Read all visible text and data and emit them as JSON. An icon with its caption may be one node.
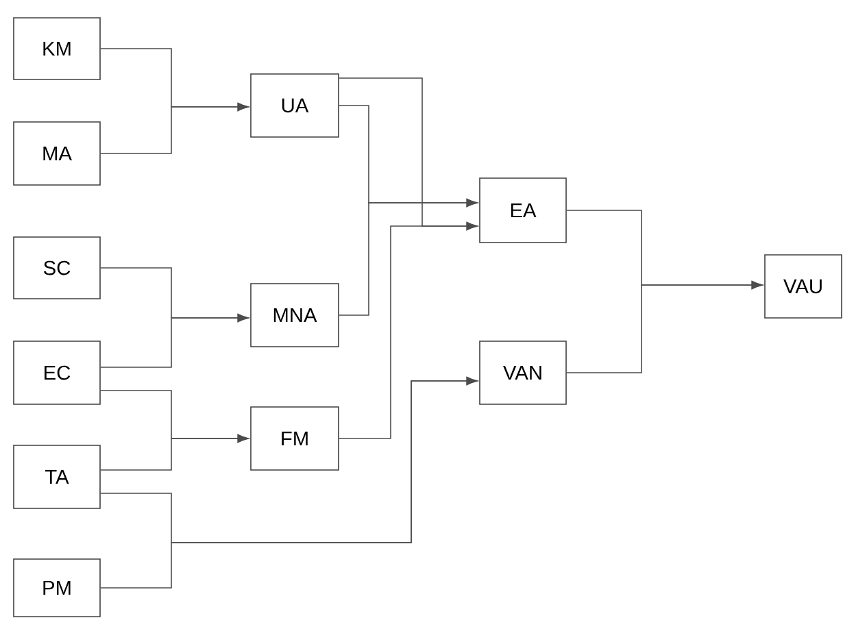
{
  "diagram": {
    "nodes": [
      {
        "text": [
          "KM"
        ]
      },
      {
        "text": [
          "MA"
        ]
      },
      {
        "text": [
          "SC"
        ]
      },
      {
        "text": [
          "EC"
        ]
      },
      {
        "text": [
          "TA"
        ]
      },
      {
        "text": [
          "PM"
        ]
      },
      {
        "text": [
          "UA"
        ]
      },
      {
        "text": [
          "MNA"
        ]
      },
      {
        "text": [
          "FM"
        ]
      },
      {
        "text": [
          "EA"
        ]
      },
      {
        "text": [
          "VAN"
        ]
      },
      {
        "text": [
          "VAU"
        ]
      }
    ],
    "edges": [
      {
        "from": 0,
        "to": 6,
        "arrow": "to"
      },
      {
        "from": 1,
        "to": 6,
        "arrow": "to"
      },
      {
        "from": 2,
        "to": 7,
        "arrow": "to"
      },
      {
        "from": 3,
        "to": 7,
        "arrow": "to"
      },
      {
        "from": 3,
        "to": 8,
        "arrow": "to"
      },
      {
        "from": 4,
        "to": 8,
        "arrow": "to"
      },
      {
        "from": 4,
        "to": 10,
        "arrow": "to"
      },
      {
        "from": 5,
        "to": 10,
        "arrow": "to"
      },
      {
        "from": 6,
        "to": 9,
        "arrow": "to"
      },
      {
        "from": 7,
        "to": 9,
        "arrow": "to"
      },
      {
        "from": 6,
        "to": 9,
        "arrow": "to"
      },
      {
        "from": 8,
        "to": 9,
        "arrow": "to"
      },
      {
        "from": 9,
        "to": 11,
        "arrow": "to"
      },
      {
        "from": 10,
        "to": 11,
        "arrow": "to"
      }
    ]
  }
}
